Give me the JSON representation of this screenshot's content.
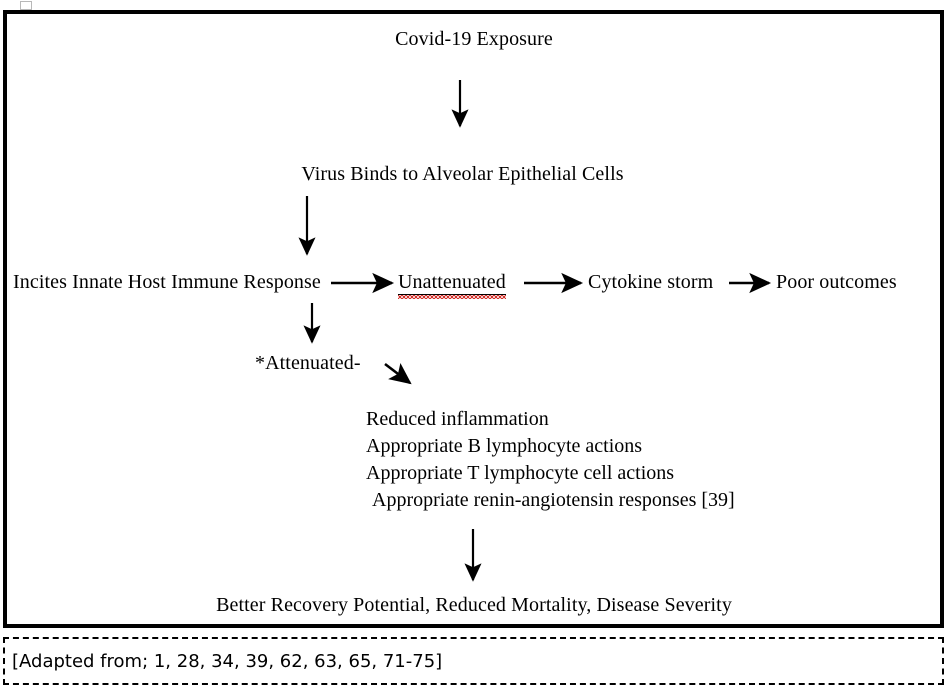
{
  "figure": {
    "title_node": "Covid-19 Exposure",
    "nodes": {
      "exposure": "Covid-19 Exposure",
      "binds": "Virus Binds to Alveolar Epithelial Cells",
      "incites": "Incites Innate Host Immune Response",
      "unattenuated": "Unattenuated",
      "cytokine_storm": "Cytokine storm",
      "poor_outcomes": "Poor outcomes",
      "attenuated": "*Attenuated-",
      "conclusion": "Better Recovery Potential, Reduced Mortality, Disease Severity"
    },
    "outcome_list": [
      "Reduced inflammation",
      "Appropriate B lymphocyte actions",
      "Appropriate T lymphocyte cell actions",
      "Appropriate renin-angiotensin responses [39]"
    ],
    "arrows": [
      {
        "name": "arrow-exposure-to-binds",
        "direction": "down"
      },
      {
        "name": "arrow-binds-to-incites",
        "direction": "down"
      },
      {
        "name": "arrow-incites-to-unattenuated",
        "direction": "right"
      },
      {
        "name": "arrow-unattenuated-to-cytokine",
        "direction": "right"
      },
      {
        "name": "arrow-cytokine-to-poor-outcomes",
        "direction": "right"
      },
      {
        "name": "arrow-incites-to-attenuated",
        "direction": "down"
      },
      {
        "name": "arrow-attenuated-to-outcomes",
        "direction": "down-right"
      },
      {
        "name": "arrow-outcomes-to-conclusion",
        "direction": "down"
      }
    ],
    "colors": {
      "border": "#000000",
      "text": "#000000",
      "spellcheck_underline": "#d4302a",
      "background": "#ffffff",
      "corner_marker": "#b8b8b8"
    }
  },
  "caption": {
    "text": "[Adapted from; 1, 28, 34, 39, 62, 63, 65, 71-75]"
  }
}
